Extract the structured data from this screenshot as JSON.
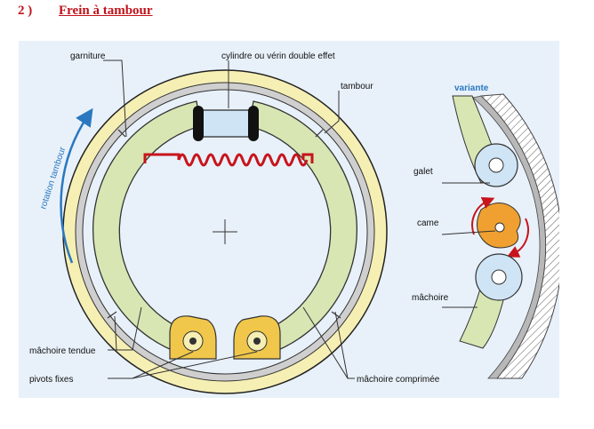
{
  "header": {
    "number": "2 )",
    "title": "Frein à tambour"
  },
  "labels": {
    "garniture": "garniture",
    "cylindre": "cylindre ou vérin double effet",
    "tambour": "tambour",
    "rotation": "rotation tambour",
    "machoire_tendue": "mâchoire tendue",
    "pivots": "pivots fixes",
    "machoire_comprimee": "mâchoire comprimée",
    "variante": "variante",
    "galet": "galet",
    "came": "came",
    "machoire": "mâchoire"
  },
  "colors": {
    "panel": "#e8f1fa",
    "drum": "#f6efb4",
    "lining": "#cfcfcf",
    "shoe": "#d8e6b4",
    "spring": "#c8141c",
    "cylinder": "#cfe4f5",
    "cam": "#f0a030",
    "accent": "#2a78c0",
    "heading": "#c0141c"
  }
}
